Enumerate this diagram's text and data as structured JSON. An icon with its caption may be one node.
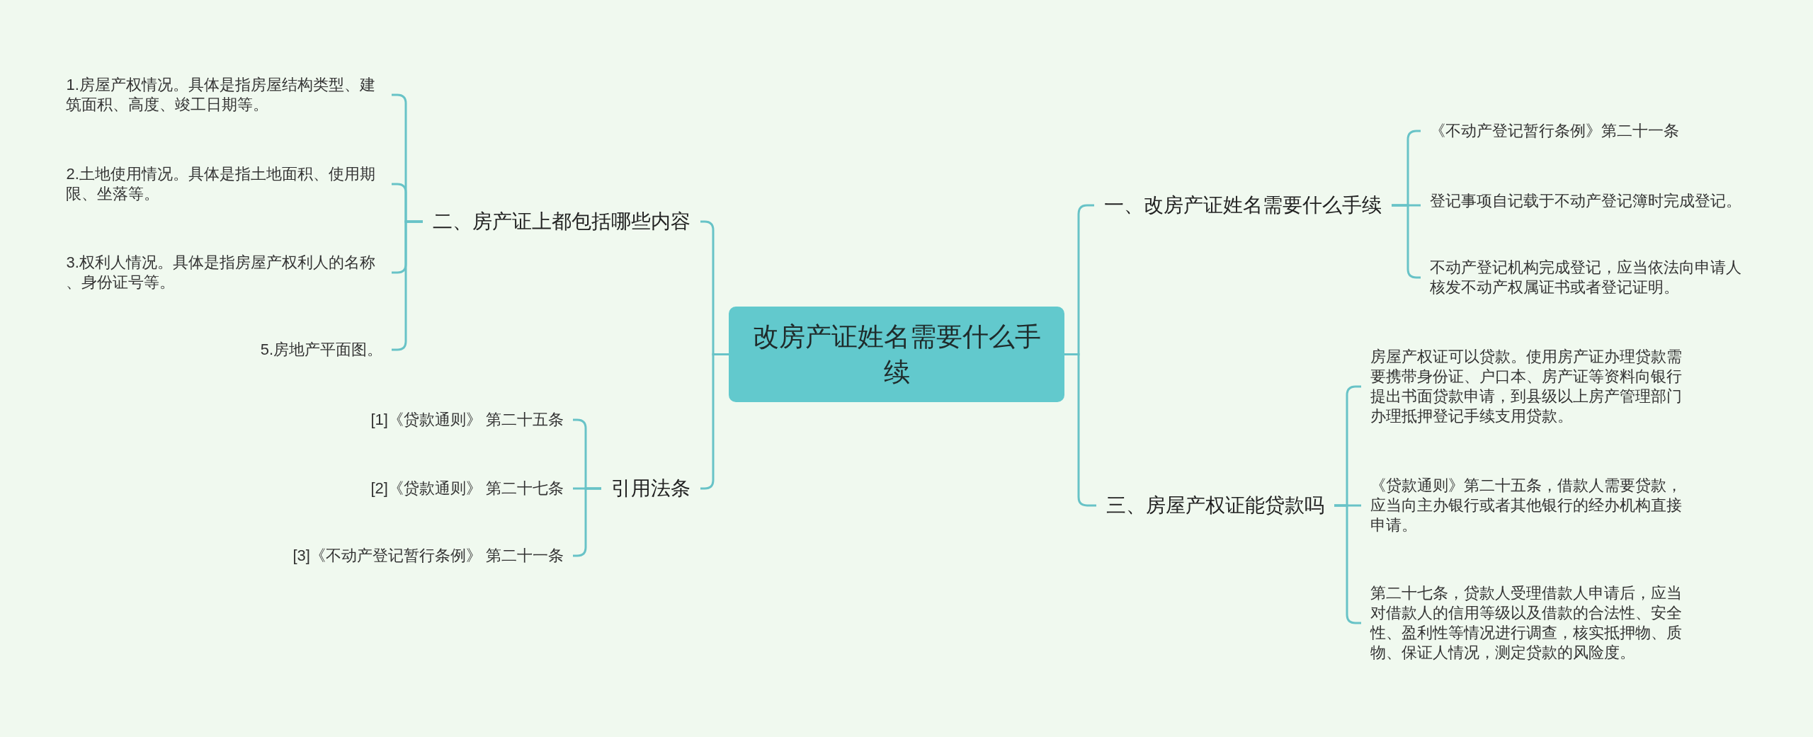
{
  "diagram": {
    "nodes": [
      {
        "text": [
          "改房产证姓名需要什么手续"
        ]
      },
      {
        "text": [
          "一、改房产证姓名需要什么手续"
        ]
      },
      {
        "text": [
          "《不动产登记暂行条例》第二十一条"
        ]
      },
      {
        "text": [
          "登记事项自记载于不动产登记簿时完成登记。"
        ]
      },
      {
        "text": [
          "不动产登记机构完成登记，应当依法向申请人核发不动产权属证书或者登记证明。"
        ]
      },
      {
        "text": [
          "三、房屋产权证能贷款吗"
        ]
      },
      {
        "text": [
          "房屋产权证可以贷款。使用房产证办理贷款需要携带身份证、户口本、房产证等资料向银行提出书面贷款申请，到县级以上房产管理部门办理抵押登记手续支用贷款。"
        ]
      },
      {
        "text": [
          "《贷款通则》第二十五条，借款人需要贷款，应当向主办银行或者其他银行的经办机构直接申请。"
        ]
      },
      {
        "text": [
          "第二十七条，贷款人受理借款人申请后，应当对借款人的信用等级以及借款的合法性、安全性、盈利性等情况进行调查，核实抵押物、质物、保证人情况，测定贷款的风险度。"
        ]
      },
      {
        "text": [
          "二、房产证上都包括哪些内容"
        ]
      },
      {
        "text": [
          "1.房屋产权情况。具体是指房屋结构类型、建筑面积、高度、竣工日期等。"
        ]
      },
      {
        "text": [
          "2.土地使用情况。具体是指土地面积、使用期限、坐落等。"
        ]
      },
      {
        "text": [
          "3.权利人情况。具体是指房屋产权利人的名称、身份证号等。"
        ]
      },
      {
        "text": [
          "5.房地产平面图。"
        ]
      },
      {
        "text": [
          "引用法条"
        ]
      },
      {
        "text": [
          "[1]《贷款通则》 第二十五条"
        ]
      },
      {
        "text": [
          "[2]《贷款通则》 第二十七条"
        ]
      },
      {
        "text": [
          "[3]《不动产登记暂行条例》 第二十一条"
        ]
      }
    ],
    "edges": [
      {
        "from": 0,
        "to": 1,
        "arrow": "none"
      },
      {
        "from": 1,
        "to": 2,
        "arrow": "none"
      },
      {
        "from": 1,
        "to": 3,
        "arrow": "none"
      },
      {
        "from": 1,
        "to": 4,
        "arrow": "none"
      },
      {
        "from": 0,
        "to": 5,
        "arrow": "none"
      },
      {
        "from": 5,
        "to": 6,
        "arrow": "none"
      },
      {
        "from": 5,
        "to": 7,
        "arrow": "none"
      },
      {
        "from": 5,
        "to": 8,
        "arrow": "none"
      },
      {
        "from": 0,
        "to": 9,
        "arrow": "none"
      },
      {
        "from": 9,
        "to": 10,
        "arrow": "none"
      },
      {
        "from": 9,
        "to": 11,
        "arrow": "none"
      },
      {
        "from": 9,
        "to": 12,
        "arrow": "none"
      },
      {
        "from": 9,
        "to": 13,
        "arrow": "none"
      },
      {
        "from": 0,
        "to": 14,
        "arrow": "none"
      },
      {
        "from": 14,
        "to": 15,
        "arrow": "none"
      },
      {
        "from": 14,
        "to": 16,
        "arrow": "none"
      },
      {
        "from": 14,
        "to": 17,
        "arrow": "none"
      }
    ]
  }
}
